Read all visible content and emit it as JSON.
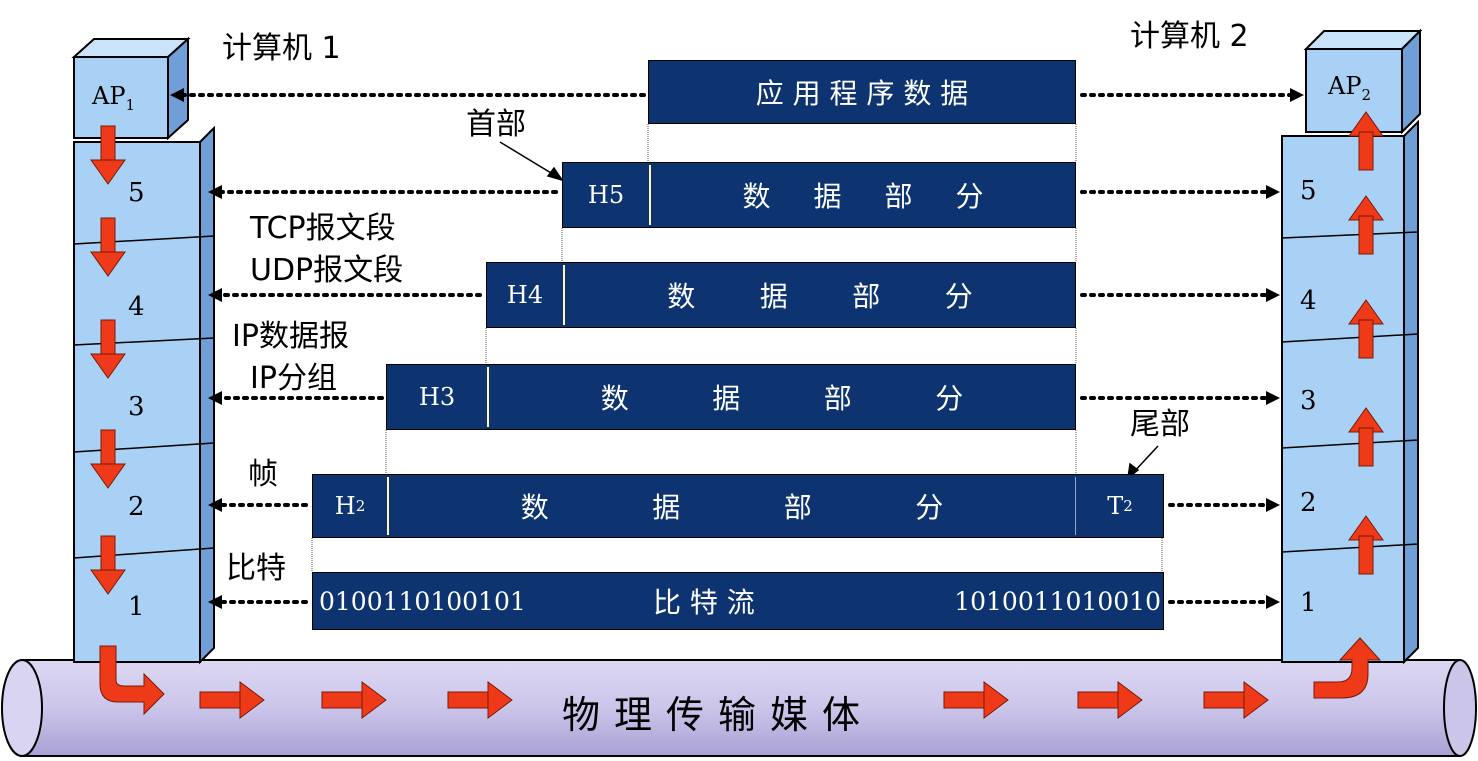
{
  "computers": {
    "left_label": "计算机 1",
    "right_label": "计算机 2",
    "left_app": {
      "main": "AP",
      "sub": "1"
    },
    "right_app": {
      "main": "AP",
      "sub": "2"
    }
  },
  "layers": [
    "5",
    "4",
    "3",
    "2",
    "1"
  ],
  "annotations": {
    "header": "首部",
    "trailer": "尾部",
    "segment_tcp": "TCP报文段",
    "segment_udp": "UDP报文段",
    "ip_datagram": "IP数据报",
    "ip_packet": "IP分组",
    "frame": "帧",
    "bits": "比特"
  },
  "blocks": {
    "app_data": "应 用 程 序 数 据",
    "h5": "H5",
    "h4": "H4",
    "h3": "H3",
    "h2": {
      "main": "H",
      "sub": "2"
    },
    "t2": {
      "main": "T",
      "sub": "2"
    },
    "data_part_chars": [
      "数",
      "据",
      "部",
      "分"
    ],
    "bits_left": "0100110100101",
    "bits_center": "比 特 流",
    "bits_right": "1010011010010"
  },
  "medium": "物理传输媒体",
  "colors": {
    "stack_face": "#a9d1f5",
    "stack_side": "#6f9fd6",
    "block_fill": "#0d3470",
    "arrow_red": "#ee3a18",
    "medium_fill": "#cbc5ea"
  }
}
